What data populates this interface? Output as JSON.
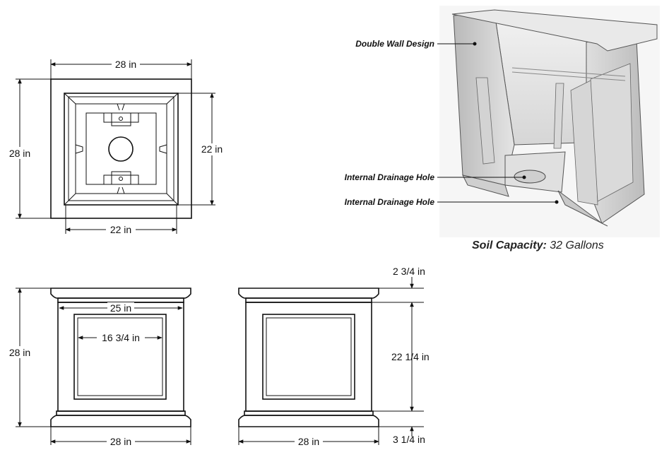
{
  "top_view": {
    "width_top": "28 in",
    "height_left": "28 in",
    "inner_height": "22 in",
    "inner_width": "22 in"
  },
  "cutaway": {
    "callout_double_wall": "Double Wall Design",
    "callout_drain_1": "Internal Drainage Hole",
    "callout_drain_2": "Internal Drainage Hole",
    "soil_label": "Soil Capacity:",
    "soil_value": " 32 Gallons"
  },
  "front_view": {
    "height": "28 in",
    "panel_width": "25 in",
    "inset_width": "16 3/4 in",
    "base_width": "28 in"
  },
  "side_view": {
    "base_width": "28 in",
    "cap_height": "2 3/4 in",
    "body_height": "22 1/4 in",
    "base_height": "3 1/4 in"
  }
}
